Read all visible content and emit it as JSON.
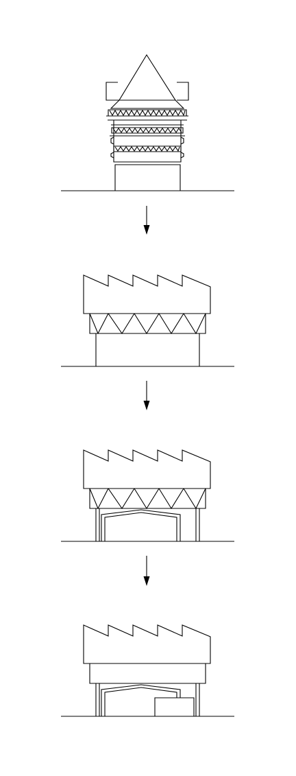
{
  "diagram": {
    "type": "sequence",
    "stages": [
      {
        "name": "ornamental-tower"
      },
      {
        "name": "sawtooth-roof-over-truss"
      },
      {
        "name": "sawtooth-roof-truss-with-shed-inside"
      },
      {
        "name": "sawtooth-roof-with-shed-and-box"
      }
    ],
    "arrows": [
      {
        "from": "ornamental-tower",
        "to": "sawtooth-roof-over-truss"
      },
      {
        "from": "sawtooth-roof-over-truss",
        "to": "sawtooth-roof-truss-with-shed-inside"
      },
      {
        "from": "sawtooth-roof-truss-with-shed-inside",
        "to": "sawtooth-roof-with-shed-and-box"
      }
    ],
    "colors": {
      "line": "#000000",
      "background": "#ffffff"
    }
  }
}
